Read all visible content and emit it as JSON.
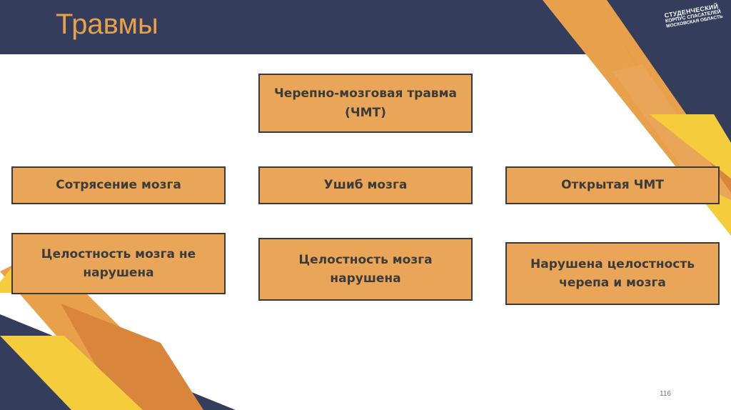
{
  "title": "Травмы",
  "logo": {
    "line1": "СТУДЕНЧЕСКИЙ",
    "line2": "КОРПУС СПАСАТЕЛЕЙ",
    "line3": "МОСКОВСКАЯ ОБЛАСТЬ"
  },
  "diagram": {
    "root": "Черепно-мозговая травма (ЧМТ)",
    "types": [
      "Сотрясение мозга",
      "Ушиб мозга",
      "Открытая ЧМТ"
    ],
    "descriptions": [
      "Целостность мозга не нарушена",
      "Целостность мозга нарушена",
      "Нарушена целостность черепа и мозга"
    ]
  },
  "page_number": "116",
  "colors": {
    "navy": "#343e5c",
    "orange": "#e8a14a",
    "dark_orange": "#d9853b",
    "yellow": "#f5cc3c",
    "box_fill": "#eaa658"
  }
}
